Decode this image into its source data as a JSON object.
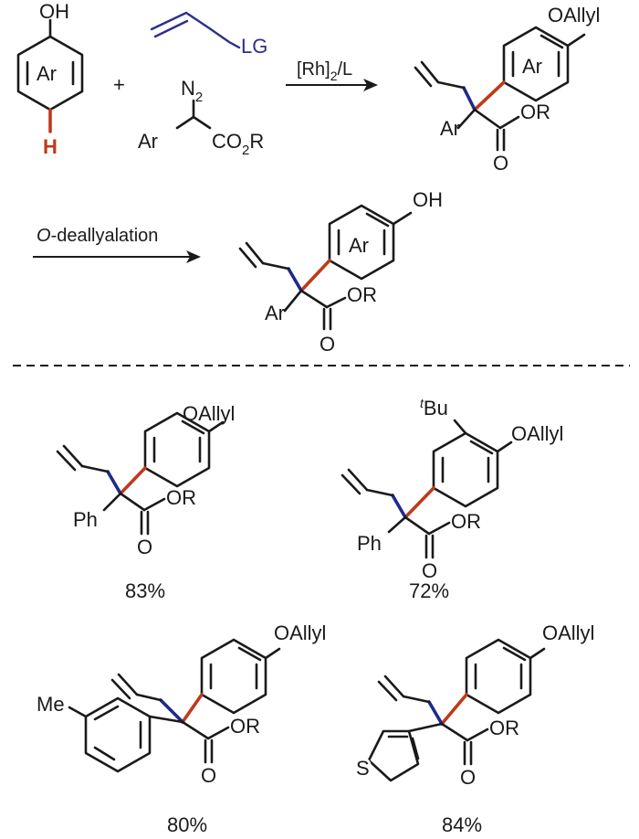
{
  "colors": {
    "reagent_blue": "#2e2e8a",
    "h_red": "#c0391b",
    "bond_red": "#c0391b",
    "bond_blue": "#1f2a8a",
    "ink": "#1a1a1a"
  },
  "reaction": {
    "phenol_oh": "OH",
    "phenol_ring": "Ar",
    "phenol_h": "H",
    "plus": "+",
    "allyl_lg": "LG",
    "diazo_n2": "N",
    "diazo_n2_sub": "2",
    "diazo_ar": "Ar",
    "diazo_co2r_a": "CO",
    "diazo_co2r_sub": "2",
    "diazo_co2r_b": "R",
    "catalyst_a": "[Rh]",
    "catalyst_sub": "2",
    "catalyst_b": "/L",
    "product_oallyl": "OAllyl",
    "product_ring": "Ar",
    "product_ar": "Ar",
    "product_or": "OR",
    "product_o": "O",
    "step2_italic": "O",
    "step2_rest": "-deallyalation",
    "final_oh": "OH",
    "final_ring": "Ar",
    "final_ar": "Ar",
    "final_or": "OR",
    "final_o": "O"
  },
  "examples": [
    {
      "oallyl": "OAllyl",
      "ar": "Ph",
      "or": "OR",
      "o": "O",
      "yield": "83%"
    },
    {
      "oallyl": "OAllyl",
      "tbu_sup": "t",
      "tbu": "Bu",
      "ar": "Ph",
      "or": "OR",
      "o": "O",
      "yield": "72%"
    },
    {
      "oallyl": "OAllyl",
      "me": "Me",
      "or": "OR",
      "o": "O",
      "yield": "80%"
    },
    {
      "oallyl": "OAllyl",
      "s": "S",
      "or": "OR",
      "o": "O",
      "yield": "84%"
    }
  ]
}
